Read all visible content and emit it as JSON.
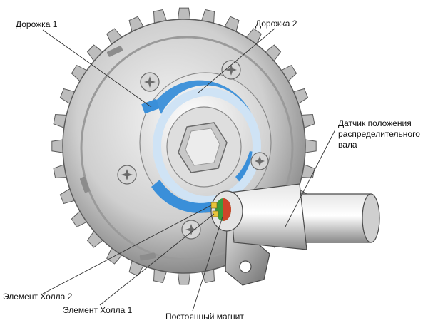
{
  "labels": {
    "track1": "Дорожка 1",
    "track2": "Дорожка 2",
    "sensor_line1": "Датчик положения",
    "sensor_line2": "распределительного",
    "sensor_line3": "вала",
    "hall2": "Элемент Холла 2",
    "hall1": "Элемент Холла 1",
    "magnet": "Постоянный магнит"
  },
  "colors": {
    "track": "#3a8fd9",
    "track_light": "#cfe3f5",
    "metal_light": "#e9e9e9",
    "metal_mid": "#b8b8b8",
    "metal_dark": "#6a6a6a",
    "leader": "#333333",
    "magnet_green": "#3c9a3c",
    "magnet_red": "#d0442a",
    "magnet_yellow": "#e8c43a"
  }
}
